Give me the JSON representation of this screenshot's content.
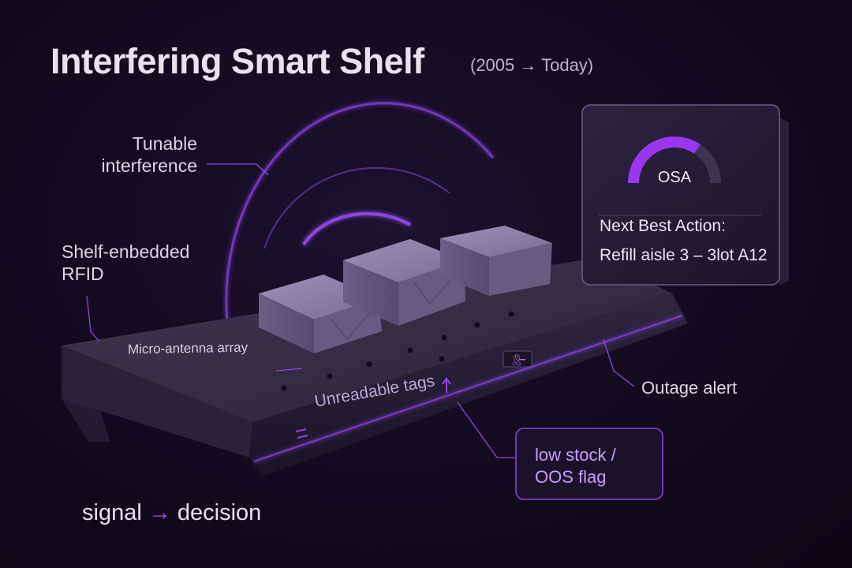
{
  "header": {
    "title": "Interfering Smart Shelf",
    "subtitle": "(2005 → Today)"
  },
  "callouts": {
    "interference": "Tunable interference",
    "rfid_line1": "Shelf-enbedded",
    "rfid_line2": "RFID",
    "antenna": "Micro-antenna array",
    "unreadable": "Unreadable tags",
    "outage": "Outage alert"
  },
  "panel": {
    "gauge_label": "OSA",
    "gauge_level": 0.55,
    "nba_label": "Next Best Action:",
    "nba_value": "Refill aisle 3 – 3lot A12"
  },
  "flag": {
    "line1": "low stock /",
    "line2": "OOS flag"
  },
  "footer": {
    "from": "signal",
    "arrow": "→",
    "to": "decision"
  },
  "colors": {
    "accent": "#a24ff0",
    "background": "#120a1e",
    "shelf": "#3a3149",
    "package": "#7c6e96"
  },
  "icons": {
    "shelf_tag_icon": "ribbon-icon"
  }
}
